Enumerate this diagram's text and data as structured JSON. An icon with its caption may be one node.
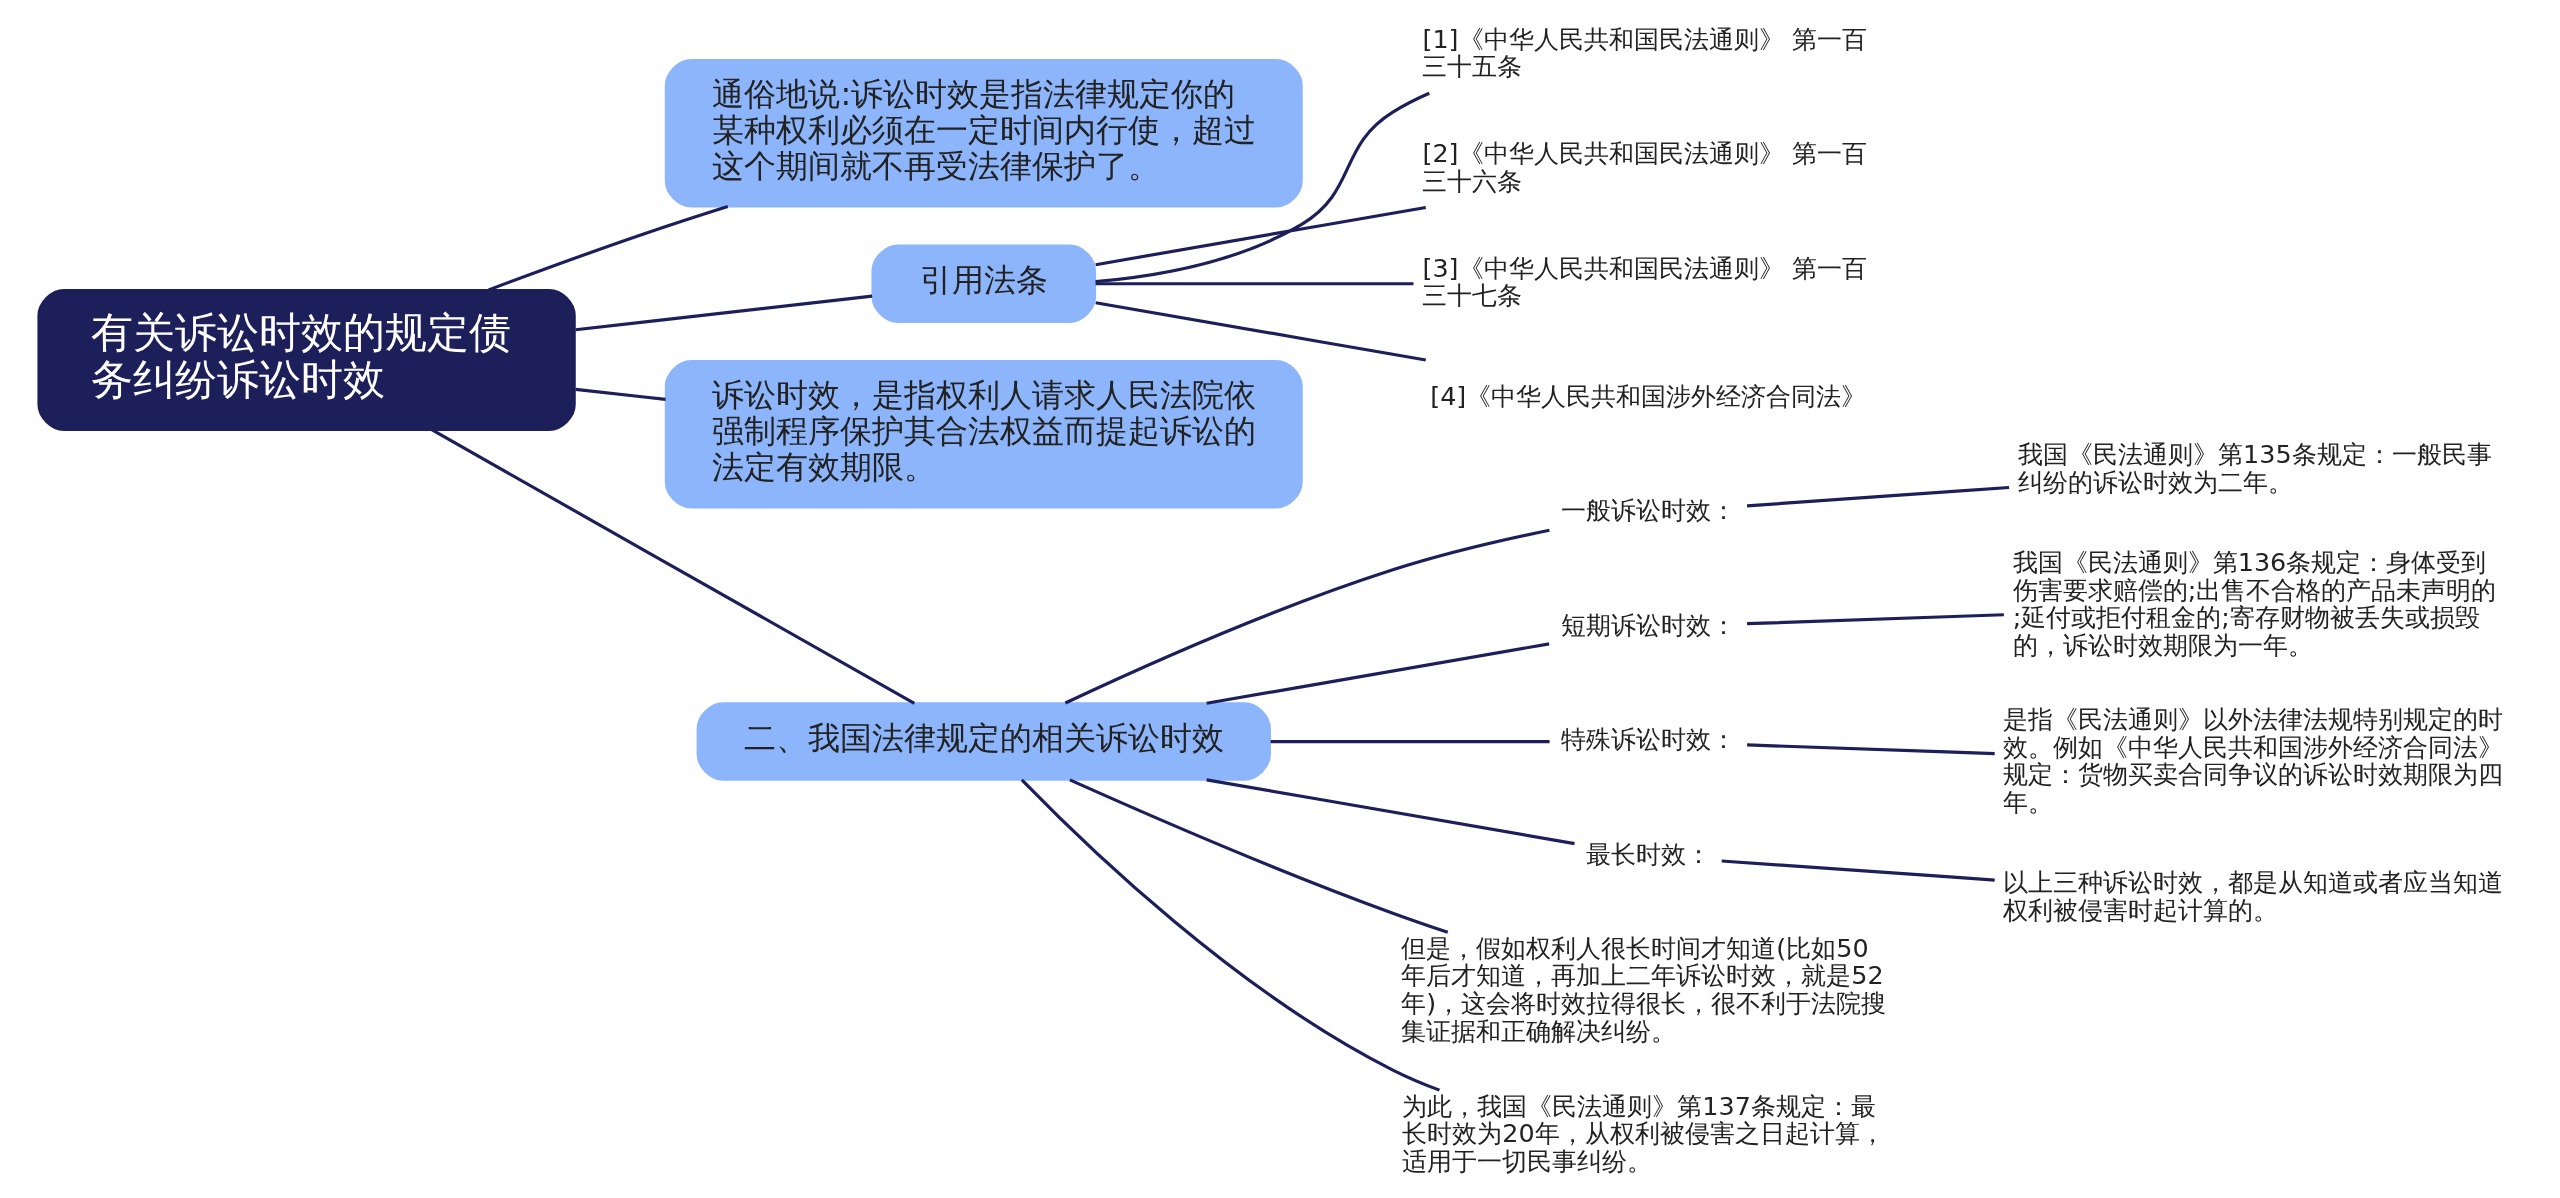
{
  "diagram": {
    "nodes": [
      {
        "text": [
          "有关诉讼时效的规定债务纠纷诉讼时效"
        ]
      },
      {
        "text": [
          "通俗地说:诉讼时效是指法律规定你的某种权利必须在一定时间内行使，超过这个期间就不再受法律保护了。"
        ]
      },
      {
        "text": [
          "引用法条"
        ]
      },
      {
        "text": [
          "[1]《中华人民共和国民法通则》 第一百三十五条"
        ]
      },
      {
        "text": [
          "[2]《中华人民共和国民法通则》 第一百三十六条"
        ]
      },
      {
        "text": [
          "[3]《中华人民共和国民法通则》 第一百三十七条"
        ]
      },
      {
        "text": [
          "[4]《中华人民共和国涉外经济合同法》"
        ]
      },
      {
        "text": [
          "诉讼时效，是指权利人请求人民法院依强制程序保护其合法权益而提起诉讼的法定有效期限。"
        ]
      },
      {
        "text": [
          "二、我国法律规定的相关诉讼时效"
        ]
      },
      {
        "text": [
          "一般诉讼时效："
        ]
      },
      {
        "text": [
          "我国《民法通则》第135条规定：一般民事纠纷的诉讼时效为二年。"
        ]
      },
      {
        "text": [
          "短期诉讼时效："
        ]
      },
      {
        "text": [
          "我国《民法通则》第136条规定：身体受到伤害要求赔偿的;出售不合格的产品未声明的;延付或拒付租金的;寄存财物被丢失或损毁的，诉讼时效期限为一年。"
        ]
      },
      {
        "text": [
          "特殊诉讼时效："
        ]
      },
      {
        "text": [
          "是指《民法通则》以外法律法规特别规定的时效。例如《中华人民共和国涉外经济合同法》规定：货物买卖合同争议的诉讼时效期限为四年。"
        ]
      },
      {
        "text": [
          "最长时效："
        ]
      },
      {
        "text": [
          "以上三种诉讼时效，都是从知道或者应当知道权利被侵害时起计算的。"
        ]
      },
      {
        "text": [
          "但是，假如权利人很长时间才知道(比如50年后才知道，再加上二年诉讼时效，就是52年)，这会将时效拉得很长，很不利于法院搜集证据和正确解决纠纷。"
        ]
      },
      {
        "text": [
          "为此，我国《民法通则》第137条规定：最长时效为20年，从权利被侵害之日起计算，适用于一切民事纠纷。"
        ]
      }
    ],
    "edges": [
      {
        "from": 0,
        "to": 1,
        "arrow": "none"
      },
      {
        "from": 0,
        "to": 2,
        "arrow": "none"
      },
      {
        "from": 2,
        "to": 3,
        "arrow": "none"
      },
      {
        "from": 2,
        "to": 4,
        "arrow": "none"
      },
      {
        "from": 2,
        "to": 5,
        "arrow": "none"
      },
      {
        "from": 2,
        "to": 6,
        "arrow": "none"
      },
      {
        "from": 0,
        "to": 7,
        "arrow": "none"
      },
      {
        "from": 0,
        "to": 8,
        "arrow": "none"
      },
      {
        "from": 8,
        "to": 9,
        "arrow": "none"
      },
      {
        "from": 9,
        "to": 10,
        "arrow": "none"
      },
      {
        "from": 8,
        "to": 11,
        "arrow": "none"
      },
      {
        "from": 11,
        "to": 12,
        "arrow": "none"
      },
      {
        "from": 8,
        "to": 13,
        "arrow": "none"
      },
      {
        "from": 13,
        "to": 14,
        "arrow": "none"
      },
      {
        "from": 8,
        "to": 15,
        "arrow": "none"
      },
      {
        "from": 15,
        "to": 16,
        "arrow": "none"
      },
      {
        "from": 8,
        "to": 17,
        "arrow": "none"
      },
      {
        "from": 8,
        "to": 18,
        "arrow": "none"
      }
    ]
  }
}
